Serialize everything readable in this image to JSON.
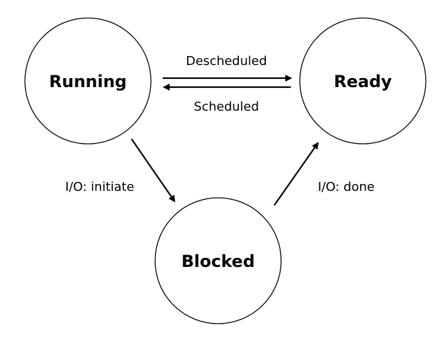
{
  "states": {
    "running": "Running",
    "ready": "Ready",
    "blocked": "Blocked"
  },
  "transitions": {
    "descheduled": "Descheduled",
    "scheduled": "Scheduled",
    "io_initiate": "I/O: initiate",
    "io_done": "I/O: done"
  }
}
